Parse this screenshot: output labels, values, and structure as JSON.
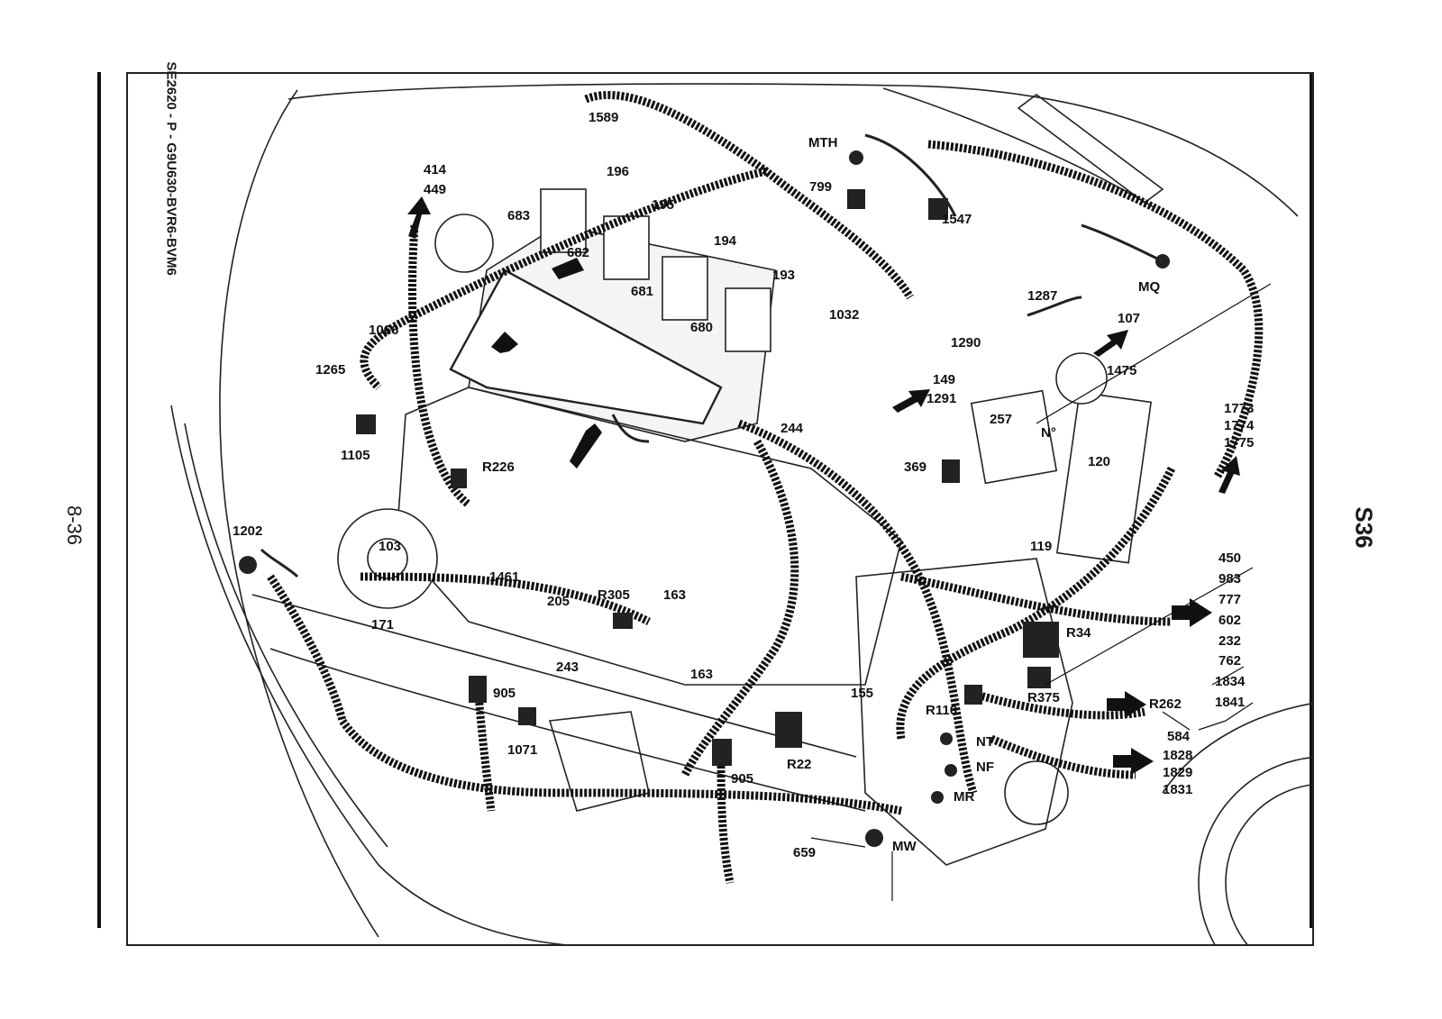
{
  "page": {
    "page_number": "8-36",
    "sheet_code": "S36",
    "diagram_title": "SE2620 - P - G9U630-BVR6-BVM6"
  },
  "labels": {
    "l414": "414",
    "l449": "449",
    "l1589": "1589",
    "l196": "196",
    "l195": "195",
    "l683": "683",
    "l682": "682",
    "l194": "194",
    "l193": "193",
    "l681": "681",
    "l680": "680",
    "l1032": "1032",
    "lMTH": "MTH",
    "l799": "799",
    "l1547": "1547",
    "lMQ": "MQ",
    "l1287": "1287",
    "l107": "107",
    "l1290": "1290",
    "l149": "149",
    "l1291": "1291",
    "l1475": "1475",
    "l1066": "1066",
    "l1265": "1265",
    "l1105": "1105",
    "lR226": "R226",
    "l244": "244",
    "l257": "257",
    "lNo": "N°",
    "l369": "369",
    "l120": "120",
    "l1773": "1773",
    "l1774": "1774",
    "l1775": "1775",
    "l1202": "1202",
    "l103": "103",
    "l1461": "1461",
    "l205": "205",
    "lR305": "R305",
    "l163a": "163",
    "l119": "119",
    "l171": "171",
    "l243": "243",
    "l163b": "163",
    "l155": "155",
    "lR34": "R34",
    "l905a": "905",
    "lR375": "R375",
    "lR110": "R110",
    "lR262": "R262",
    "l1071": "1071",
    "lNT": "NT",
    "lNF": "NF",
    "lR22": "R22",
    "l905b": "905",
    "lMR": "MR",
    "lMW": "MW",
    "l659": "659",
    "l450": "450",
    "l983": "983",
    "l777": "777",
    "l602": "602",
    "l232": "232",
    "l762": "762",
    "l1834": "1834",
    "l1841": "1841",
    "l584": "584",
    "l1828": "1828",
    "l1829": "1829",
    "l1831": "1831"
  }
}
